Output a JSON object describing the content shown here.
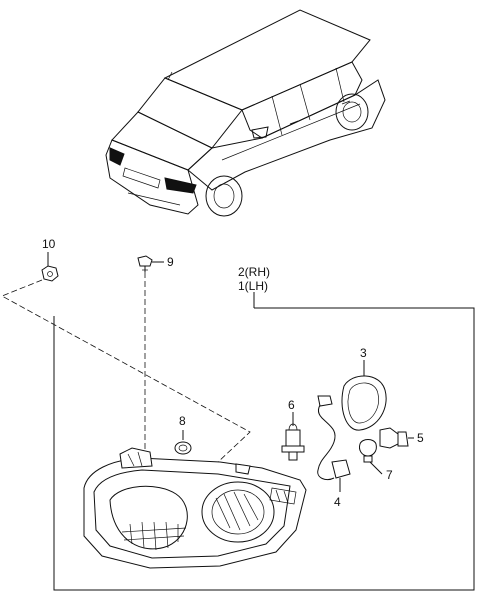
{
  "callouts": [
    {
      "id": "10",
      "text": "10"
    },
    {
      "id": "9",
      "text": "9"
    },
    {
      "id": "2",
      "text": "2(RH)"
    },
    {
      "id": "1",
      "text": "1(LH)"
    },
    {
      "id": "3",
      "text": "3"
    },
    {
      "id": "6",
      "text": "6"
    },
    {
      "id": "8",
      "text": "8"
    },
    {
      "id": "5",
      "text": "5"
    },
    {
      "id": "7",
      "text": "7"
    },
    {
      "id": "4",
      "text": "4"
    }
  ]
}
